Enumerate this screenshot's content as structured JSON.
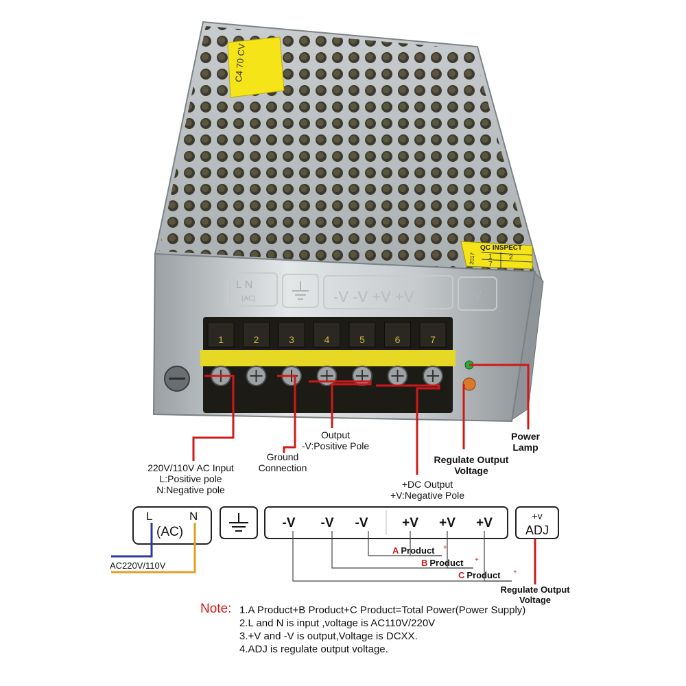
{
  "product_photo": {
    "label_sticker": "C4 70 CV",
    "qc_sticker": {
      "title": "QC INSPECT",
      "year": "2017",
      "cells": [
        "1",
        "2",
        "7"
      ]
    },
    "panel_markings": {
      "ln": "L N",
      "ac": "(AC)",
      "outputs": "-V -V +V +V",
      "adj": "+V"
    },
    "terminal_numbers": [
      "1",
      "2",
      "3",
      "4",
      "5",
      "6",
      "7"
    ]
  },
  "callouts": {
    "ac_input": [
      "220V/110V AC Input",
      "L:Positive pole",
      "N:Negative pole"
    ],
    "ground": [
      "Ground",
      "Connection"
    ],
    "neg_output": [
      "Output",
      "-V:Positive Pole"
    ],
    "pos_output": [
      "+DC Output",
      "+V:Negative Pole"
    ],
    "regulate_photo": [
      "Regulate Output",
      "Voltage"
    ],
    "power_lamp": [
      "Power",
      "Lamp"
    ]
  },
  "schematic": {
    "ac_box": {
      "l": "L",
      "n": "N",
      "ac": "(AC)"
    },
    "supply_label": "AC220V/110V",
    "output_terminals": [
      "-V",
      "-V",
      "-V",
      "+V",
      "+V",
      "+V"
    ],
    "adj_box": {
      "top": "+v",
      "bottom": "ADJ"
    },
    "products": [
      {
        "letter": "A",
        "text": "Product"
      },
      {
        "letter": "B",
        "text": "Product"
      },
      {
        "letter": "C",
        "text": "Product"
      }
    ],
    "plus_mark": "+",
    "regulate_label": [
      "Regulate Output",
      "Voltage"
    ]
  },
  "note": {
    "title": "Note:",
    "lines": [
      "1.A Product+B Product+C Product=Total Power(Power Supply)",
      "2.L and N is input ,voltage is AC110V/220V",
      "3.+V and  -V is output,Voltage is DCXX.",
      "4.ADJ is regulate output voltage."
    ]
  },
  "colors": {
    "callout_line": "#d01818",
    "l_wire": "#2a3a9a",
    "n_wire": "#e0a020",
    "sticker_yellow": "#f4e418"
  }
}
